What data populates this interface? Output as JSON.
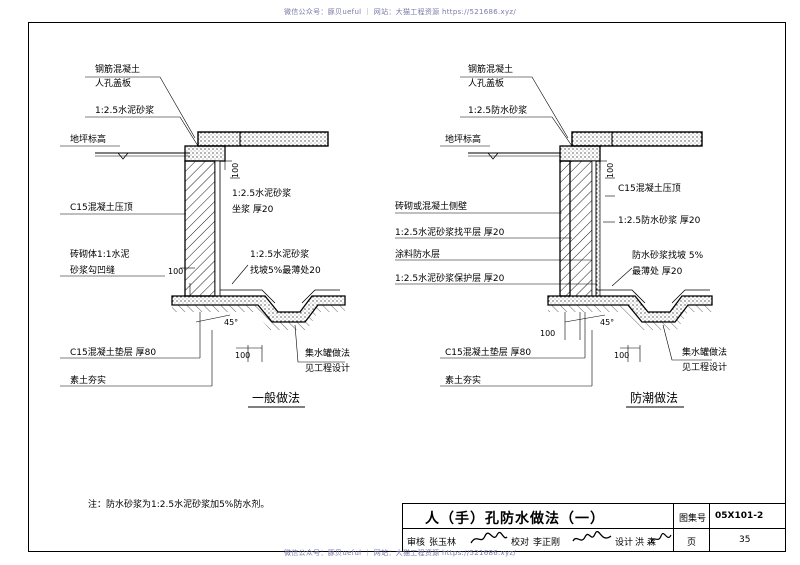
{
  "watermark": {
    "top": "微信公众号：豚贝ueful ｜ 网站：大猫工程资源 https://521686.xyz/",
    "bottom": "微信公众号：豚贝ueful ｜ 网站：大猫工程资源 https://521686.xyz/"
  },
  "left_detail": {
    "labels": {
      "rc_slab_1": "钢筋混凝土",
      "rc_slab_2": "人孔盖板",
      "mortar_top": "1:2.5水泥砂浆",
      "ground_level": "地坪标高",
      "dim_100_top": "100",
      "bedding_1": "1:2.5水泥砂浆",
      "bedding_2": "坐浆  厚20",
      "c15_cap": "C15混凝土压顶",
      "masonry_1": "砖砌体1:1水泥",
      "masonry_2": "砂浆勾凹缝",
      "dim_100_side": "100",
      "slope_1": "1:2.5水泥砂浆",
      "slope_2": "找坡5%最薄处20",
      "angle": "45°",
      "dim_100_bottom": "100",
      "base_cushion": "C15混凝土垫层  厚80",
      "sump_1": "集水罐做法",
      "sump_2": "见工程设计",
      "soil": "素土夯实"
    },
    "caption": "一般做法"
  },
  "right_detail": {
    "labels": {
      "rc_slab_1": "钢筋混凝土",
      "rc_slab_2": "人孔盖板",
      "mortar_top": "1:2.5防水砂浆",
      "ground_level": "地坪标高",
      "dim_100_top": "100",
      "wall": "砖砌或混凝土侧壁",
      "c15_cap": "C15混凝土压顶",
      "leveling": "1:2.5水泥砂浆找平层  厚20",
      "waterproof_mortar": "1:2.5防水砂浆  厚20",
      "coating": "涂料防水层",
      "protect": "1:2.5水泥砂浆保护层  厚20",
      "slope_1": "防水砂浆找坡  5%",
      "slope_2": "最薄处  厚20",
      "angle": "45°",
      "dim_100_side": "100",
      "dim_100_bottom": "100",
      "base_cushion": "C15混凝土垫层  厚80",
      "sump_1": "集水罐做法",
      "sump_2": "见工程设计",
      "soil": "素土夯实"
    },
    "caption": "防潮做法"
  },
  "note": "注：防水砂浆为1:2.5水泥砂浆加5%防水剂。",
  "title_block": {
    "title": "人（手）孔防水做法（一）",
    "atlas_label": "图集号",
    "atlas_no": "05X101-2",
    "review_label": "审核",
    "reviewer": "张玉林",
    "check_label": "校对",
    "checker": "李正刚",
    "design_label": "设计",
    "designer": "洪  森",
    "page_label": "页",
    "page_no": "35"
  }
}
